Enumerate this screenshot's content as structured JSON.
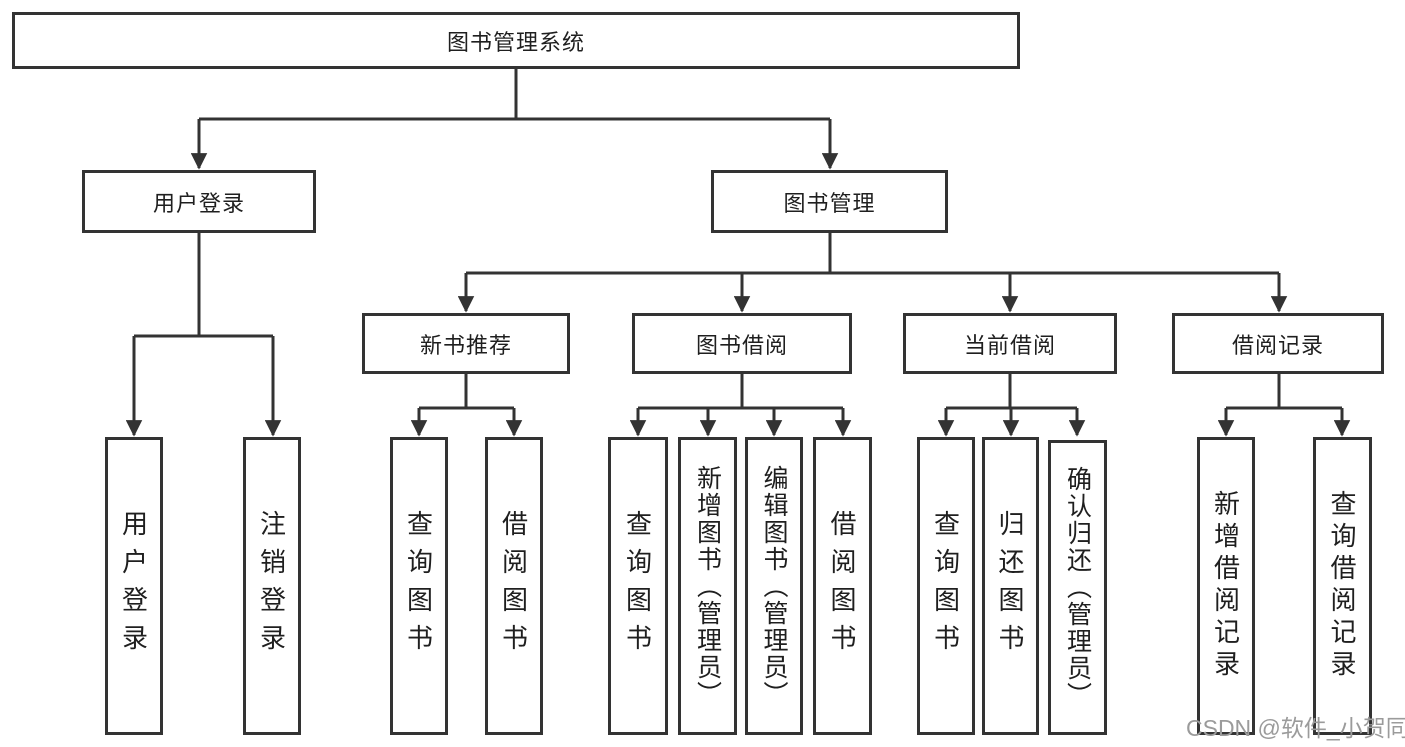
{
  "nodes": {
    "root": "图书管理系统",
    "l2_user_login": "用户登录",
    "l2_book_mgmt": "图书管理",
    "l3_new_book": "新书推荐",
    "l3_borrow": "图书借阅",
    "l3_current": "当前借阅",
    "l3_records": "借阅记录",
    "leaf_login": "用户登录",
    "leaf_logout": "注销登录",
    "leaf_nb_query": "查询图书",
    "leaf_nb_borrow": "借阅图书",
    "leaf_bb_query": "查询图书",
    "leaf_bb_add": "新增图书（管理员）",
    "leaf_bb_edit": "编辑图书（管理员）",
    "leaf_bb_borrow": "借阅图书",
    "leaf_cb_query": "查询图书",
    "leaf_cb_return": "归还图书",
    "leaf_cb_confirm": "确认归还（管理员）",
    "leaf_br_add": "新增借阅记录",
    "leaf_br_query": "查询借阅记录"
  },
  "hierarchy": {
    "图书管理系统": {
      "用户登录": [
        "用户登录",
        "注销登录"
      ],
      "图书管理": {
        "新书推荐": [
          "查询图书",
          "借阅图书"
        ],
        "图书借阅": [
          "查询图书",
          "新增图书（管理员）",
          "编辑图书（管理员）",
          "借阅图书"
        ],
        "当前借阅": [
          "查询图书",
          "归还图书",
          "确认归还（管理员）"
        ],
        "借阅记录": [
          "新增借阅记录",
          "查询借阅记录"
        ]
      }
    }
  },
  "colors": {
    "line": "#333333",
    "text": "#1f1f1f",
    "watermark": "#9b9b9b",
    "background": "#ffffff"
  },
  "watermark": "CSDN @软件_小贺同学"
}
